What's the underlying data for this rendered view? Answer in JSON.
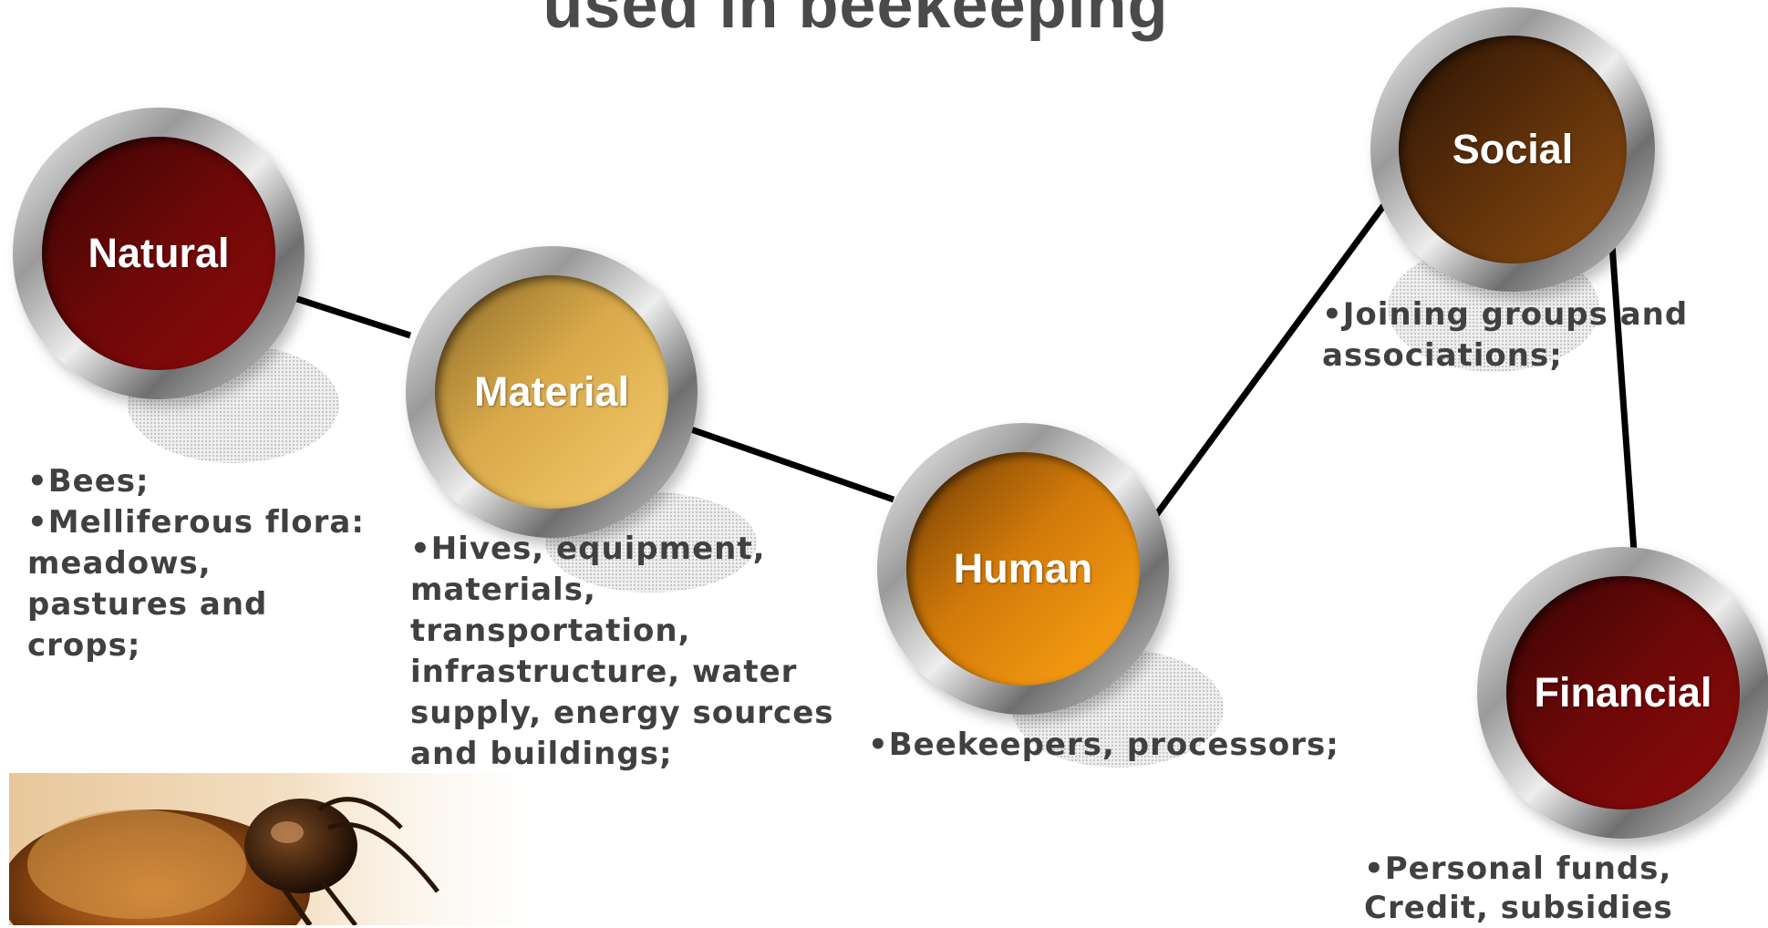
{
  "title": "used in beekeeping",
  "nodes": [
    {
      "key": "natural",
      "label": "Natural",
      "color_top": "#3a0505",
      "color_bottom": "#8c0a0a",
      "description": [
        "•Bees;",
        "•Melliferous flora:",
        "meadows,",
        "pastures and",
        "crops;"
      ]
    },
    {
      "key": "material",
      "label": "Material",
      "color_top": "#8c6a28",
      "color_bottom": "#f6cc6c",
      "description": [
        "•Hives, equipment,",
        "materials,",
        "transportation,",
        "infrastructure, water",
        "supply, energy sources",
        "and buildings;"
      ]
    },
    {
      "key": "human",
      "label": "Human",
      "color_top": "#6e3c06",
      "color_bottom": "#ffa514",
      "description": [
        "•Beekeepers, processors;"
      ]
    },
    {
      "key": "social",
      "label": "Social",
      "color_top": "#2a1306",
      "color_bottom": "#8a4c10",
      "description": [
        "•Joining groups and",
        "associations;"
      ]
    },
    {
      "key": "financial",
      "label": "Financial",
      "color_top": "#3a0505",
      "color_bottom": "#8c0a0a",
      "description": [
        "•Personal funds,",
        "Credit, subsidies"
      ]
    }
  ],
  "colors": {
    "title": "#4a4a4a",
    "text": "#404040",
    "connector": "#000000"
  },
  "decor": {
    "image": "bee-photo"
  }
}
